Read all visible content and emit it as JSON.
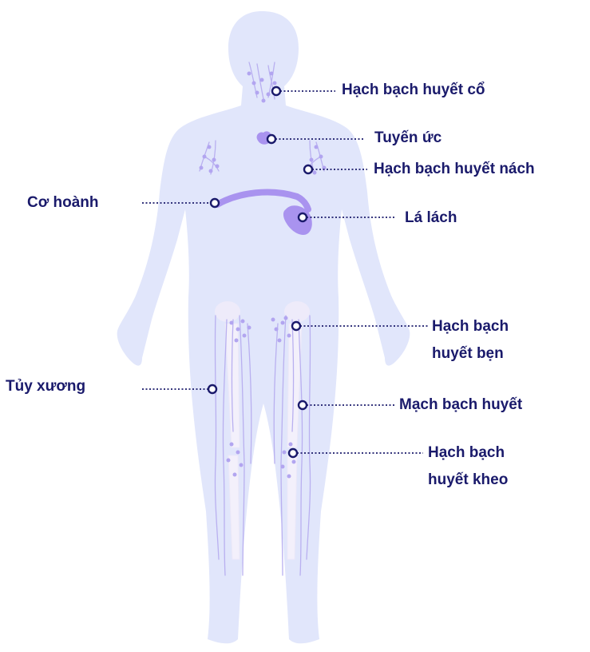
{
  "colors": {
    "body_fill": "#e1e6fb",
    "organ": "#a993ef",
    "lymph_line": "#b8aef0",
    "bone": "#f1eefa",
    "label_text": "#1a1a6b",
    "leader": "#1a1a6b"
  },
  "labels": {
    "neck_nodes": "Hạch bạch huyết cổ",
    "thymus": "Tuyến ức",
    "axillary_nodes": "Hạch bạch huyết nách",
    "diaphragm": "Cơ hoành",
    "spleen": "Lá lách",
    "inguinal_nodes_1": "Hạch bạch",
    "inguinal_nodes_2": "huyết bẹn",
    "bone_marrow": "Tủy xương",
    "lymph_vessels": "Mạch bạch huyết",
    "popliteal_nodes_1": "Hạch bạch",
    "popliteal_nodes_2": "huyết kheo"
  }
}
